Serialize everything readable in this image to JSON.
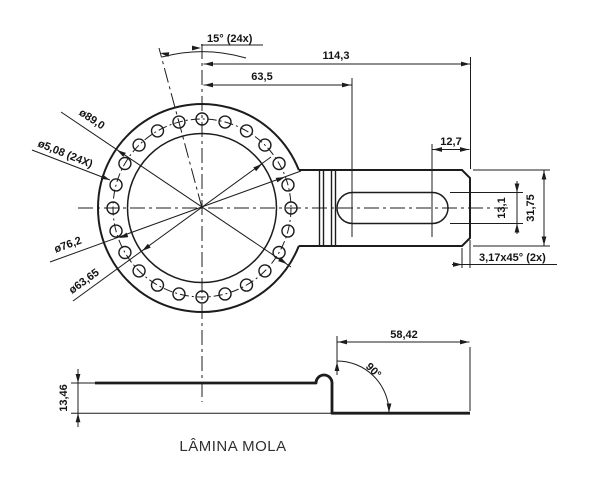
{
  "drawing_title": "LÂMINA MOLA",
  "colors": {
    "line": "#1c1c1c",
    "text": "#141414",
    "background": "#ffffff"
  },
  "pattern": {
    "hole_count": 24,
    "pitch_deg": 15
  },
  "top_view": {
    "angular_pitch": "15° (24x)",
    "overall_length": "114,3",
    "center_to_slot": "63,5",
    "flange_outer_dia": "ø89,0",
    "hole_dia": "ø5,08 (24X)",
    "bolt_circle_dia": "ø76,2",
    "bore_dia": "ø63,65",
    "slot_to_end": "12,7",
    "slot_width": "13,1",
    "shaft_width": "31,75",
    "chamfer": "3,17x45° (2x)"
  },
  "side_view": {
    "flat_length": "58,42",
    "bend_angle": "90°",
    "blade_height": "13,46"
  }
}
